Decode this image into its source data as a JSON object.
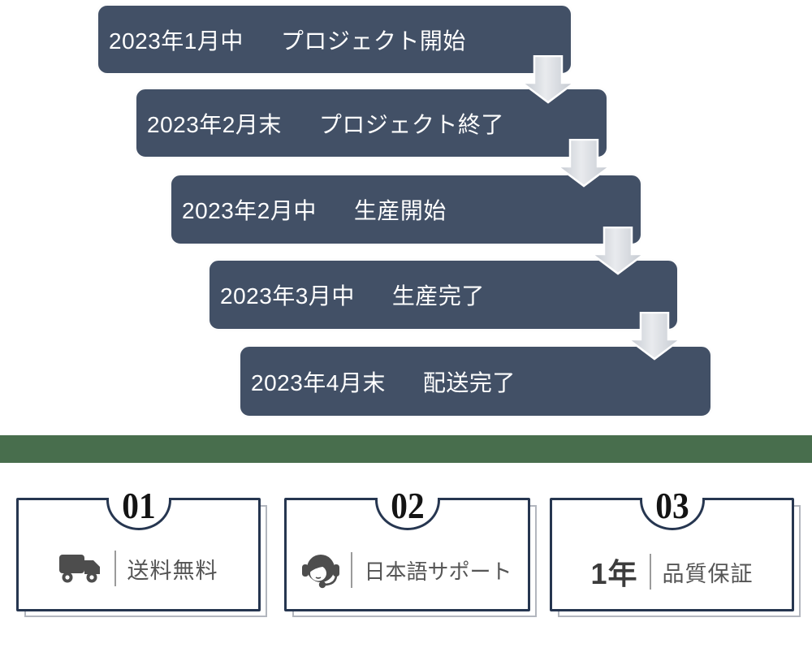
{
  "timeline": {
    "bar_color": "#425066",
    "text_color": "#ffffff",
    "arrow_color": "#c9ced6",
    "steps": [
      {
        "date": "2023年1月中",
        "label": "プロジェクト開始"
      },
      {
        "date": "2023年2月末",
        "label": "プロジェクト終了"
      },
      {
        "date": "2023年2月中",
        "label": "生産開始"
      },
      {
        "date": "2023年3月中",
        "label": "生産完了"
      },
      {
        "date": "2023年4月末",
        "label": "配送完了"
      }
    ]
  },
  "divider_band": {
    "color": "#486e4d"
  },
  "features": {
    "card_border_color": "#263650",
    "items": [
      {
        "number": "01",
        "icon": "truck-icon",
        "label": "送料無料"
      },
      {
        "number": "02",
        "icon": "headset-icon",
        "label": "日本語サポート"
      },
      {
        "number": "03",
        "icon_text": "1年",
        "label": "品質保証"
      }
    ]
  }
}
